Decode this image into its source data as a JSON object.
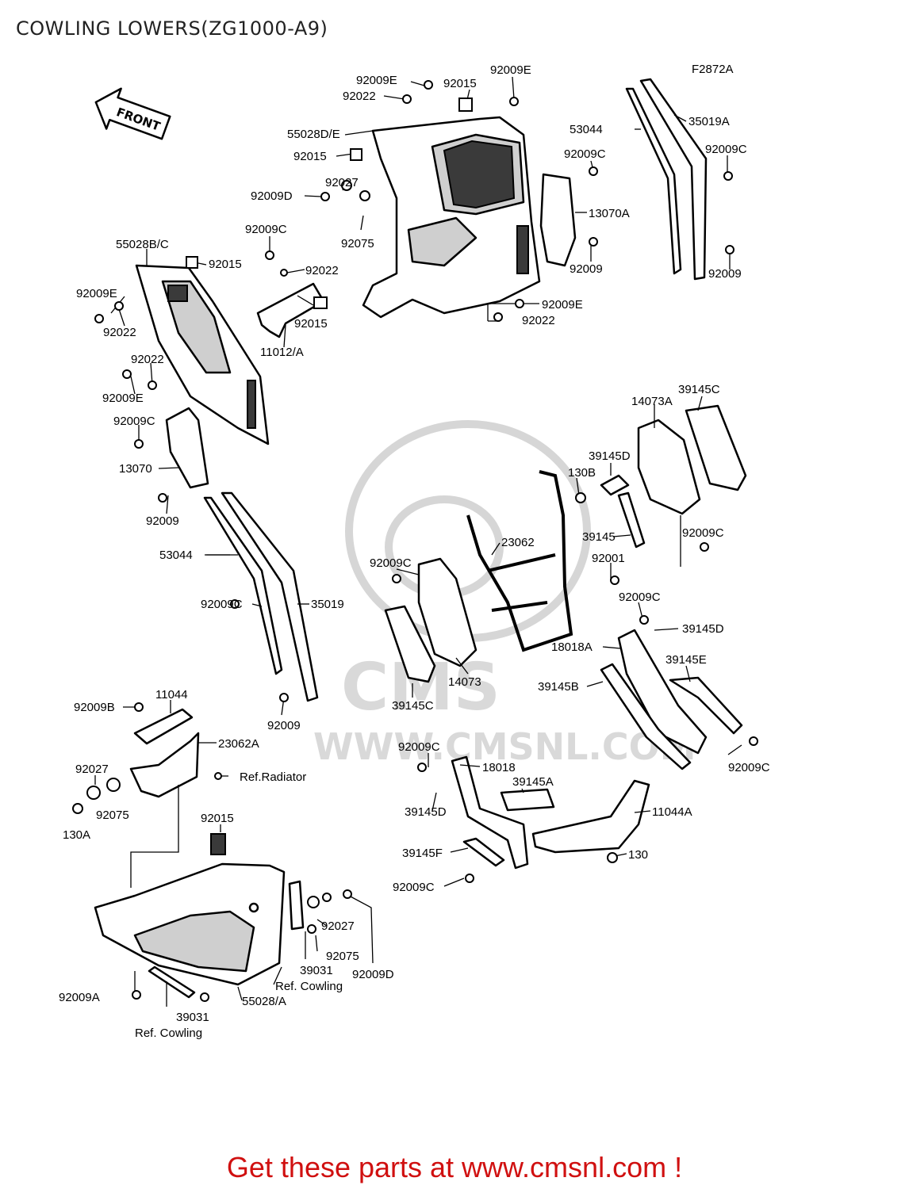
{
  "title": "COWLING LOWERS(ZG1000-A9)",
  "figure_code": "F2872A",
  "front_arrow": "FRONT",
  "watermark": {
    "logo_text": "CMS",
    "url_text": "WWW.CMSNL.COM"
  },
  "footer": "Get these parts at www.cmsnl.com !",
  "labels": {
    "l_92009E_a": "92009E",
    "l_92022_a": "92022",
    "l_92015_a": "92015",
    "l_92009E_b": "92009E",
    "l_55028DE": "55028D/E",
    "l_92015_b": "92015",
    "l_92027_a": "92027",
    "l_92009D_a": "92009D",
    "l_92075_a": "92075",
    "l_92009C_a": "92009C",
    "l_92022_b": "92022",
    "l_92015_c": "92015",
    "l_11012A": "11012/A",
    "l_55028BC": "55028B/C",
    "l_92015_d": "92015",
    "l_92009E_c": "92009E",
    "l_92022_c": "92022",
    "l_92022_d": "92022",
    "l_92009E_d": "92009E",
    "l_92009C_b": "92009C",
    "l_13070": "13070",
    "l_92009_a": "92009",
    "l_53044_a": "53044",
    "l_35019A": "35019A",
    "l_92009C_c": "92009C",
    "l_13070A": "13070A",
    "l_92009C_d": "92009C",
    "l_92009_b": "92009",
    "l_92009_c": "92009",
    "l_92009E_e": "92009E",
    "l_92022_e": "92022",
    "l_14073A": "14073A",
    "l_39145C_a": "39145C",
    "l_39145D_a": "39145D",
    "l_130B": "130B",
    "l_39145": "39145",
    "l_92009C_e": "92009C",
    "l_23062": "23062",
    "l_92001": "92001",
    "l_92009C_f": "92009C",
    "l_92009C_g": "92009C",
    "l_39145D_b": "39145D",
    "l_18018A": "18018A",
    "l_39145E": "39145E",
    "l_39145B": "39145B",
    "l_14073": "14073",
    "l_39145C_b": "39145C",
    "l_53044_b": "53044",
    "l_92009C_h": "92009C",
    "l_35019": "35019",
    "l_92009_d": "92009",
    "l_92009B": "92009B",
    "l_11044": "11044",
    "l_23062A": "23062A",
    "l_ref_radiator": "Ref.Radiator",
    "l_92027_b": "92027",
    "l_92075_b": "92075",
    "l_130A": "130A",
    "l_92015_e": "92015",
    "l_92009C_i": "92009C",
    "l_18018": "18018",
    "l_39145A": "39145A",
    "l_39145D_c": "39145D",
    "l_11044A": "11044A",
    "l_39145F": "39145F",
    "l_130": "130",
    "l_92009C_j": "92009C",
    "l_92009C_k": "92009C",
    "l_92027_c": "92027",
    "l_92075_c": "92075",
    "l_39031_a": "39031",
    "l_92009D_b": "92009D",
    "l_ref_cowling_a": "Ref. Cowling",
    "l_55028A": "55028/A",
    "l_92009A": "92009A",
    "l_39031_b": "39031",
    "l_ref_cowling_b": "Ref. Cowling"
  }
}
